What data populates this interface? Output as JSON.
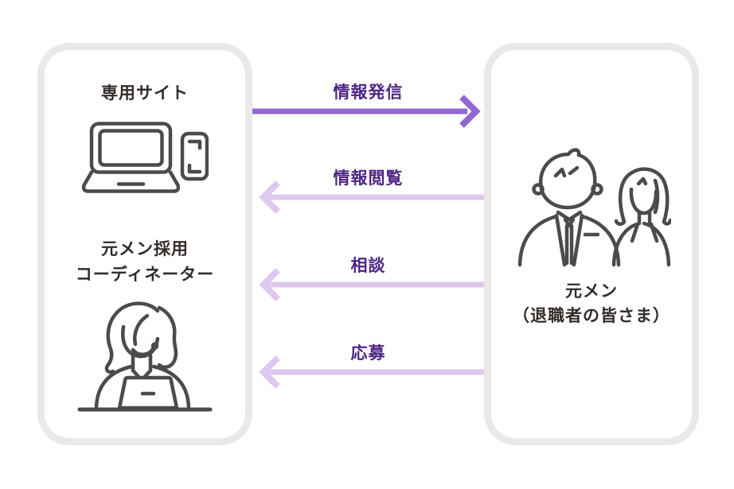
{
  "left_panel": {
    "site_label": "専用サイト",
    "coordinator_line1": "元メン採用",
    "coordinator_line2": "コーディネーター",
    "icons": [
      "laptop-phone-icon",
      "coordinator-headset-icon"
    ]
  },
  "right_panel": {
    "members_line1": "元メン",
    "members_line2": "（退職者の皆さま）",
    "icons": [
      "man-woman-icon"
    ]
  },
  "arrows": [
    {
      "label": "情報発信",
      "direction": "right",
      "color": "#9368d2"
    },
    {
      "label": "情報閲覧",
      "direction": "left",
      "color": "#dfc7ee"
    },
    {
      "label": "相談",
      "direction": "left",
      "color": "#dfc7ee"
    },
    {
      "label": "応募",
      "direction": "left",
      "color": "#dfc7ee"
    }
  ],
  "colors": {
    "background": "#ffffff",
    "panel_border": "#e9e9e9",
    "panel_fill": "#ffffff",
    "heading_text": "#322c29",
    "arrow_label_text": "#4f2685",
    "arrow_solid": "#9368d2",
    "arrow_light": "#dfc7ee",
    "icon_stroke": "#4b4b4b"
  }
}
